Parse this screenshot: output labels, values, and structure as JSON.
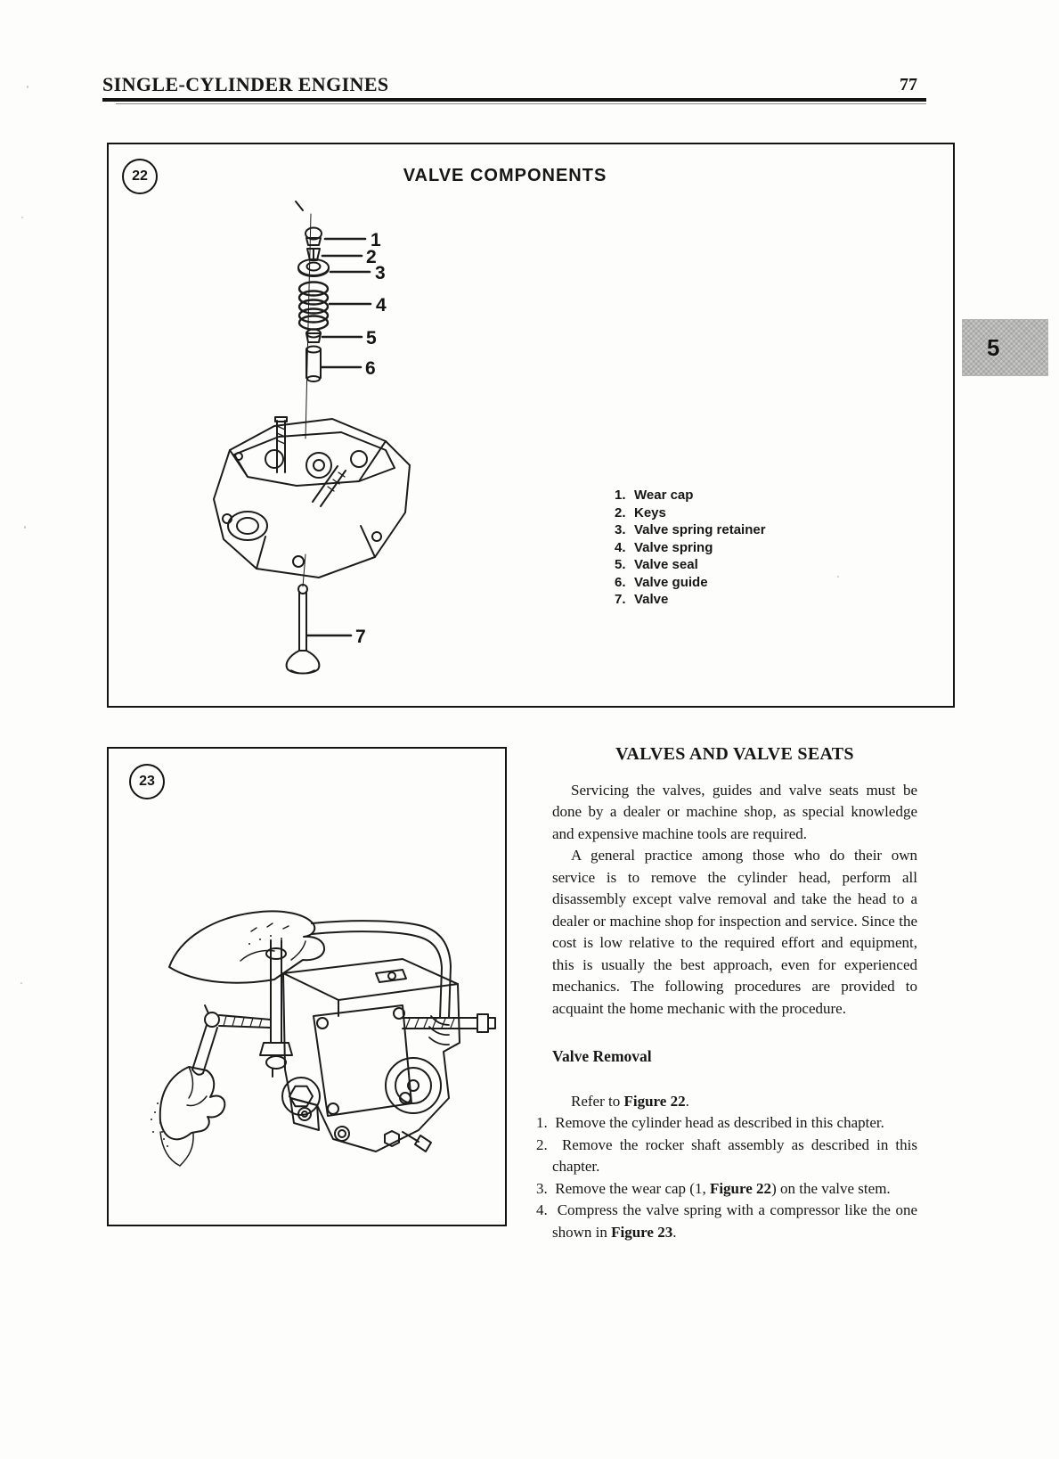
{
  "page": {
    "header_title": "SINGLE-CYLINDER ENGINES",
    "page_number": "77"
  },
  "side_tab": {
    "label": "5"
  },
  "figure22": {
    "badge": "22",
    "title": "VALVE COMPONENTS",
    "callouts": [
      "1",
      "2",
      "3",
      "4",
      "5",
      "6",
      "7"
    ],
    "legend": [
      {
        "num": "1.",
        "label": "Wear cap"
      },
      {
        "num": "2.",
        "label": "Keys"
      },
      {
        "num": "3.",
        "label": "Valve spring retainer"
      },
      {
        "num": "4.",
        "label": "Valve spring"
      },
      {
        "num": "5.",
        "label": "Valve seal"
      },
      {
        "num": "6.",
        "label": "Valve guide"
      },
      {
        "num": "7.",
        "label": "Valve"
      }
    ]
  },
  "figure23": {
    "badge": "23"
  },
  "article": {
    "heading": "VALVES AND VALVE SEATS",
    "paragraphs": [
      "Servicing the valves, guides and valve seats must be done by a dealer or machine shop, as special knowledge and expensive machine tools are required.",
      "A general practice among those who do their own service is to remove the cylinder head, perform all disassembly except valve removal and take the head to a dealer or machine shop for inspection and service. Since the cost is low relative to the required effort and equipment, this is usually the best approach, even for experienced mechanics. The following procedures are provided to acquaint the home mechanic with the procedure."
    ],
    "subheading": "Valve Removal",
    "refer_line": [
      {
        "t": "Refer to "
      },
      {
        "t": "Figure 22",
        "b": true
      },
      {
        "t": "."
      }
    ],
    "steps": [
      [
        {
          "t": "1.  Remove the cylinder head as described in this chapter."
        }
      ],
      [
        {
          "t": "2.  Remove the rocker shaft assembly as described in this chapter."
        }
      ],
      [
        {
          "t": "3.  Remove the wear cap (1, "
        },
        {
          "t": "Figure 22",
          "b": true
        },
        {
          "t": ") on the valve stem."
        }
      ],
      [
        {
          "t": "4.  Compress the valve spring with a compressor like the one shown in "
        },
        {
          "t": "Figure 23",
          "b": true
        },
        {
          "t": "."
        }
      ]
    ]
  }
}
